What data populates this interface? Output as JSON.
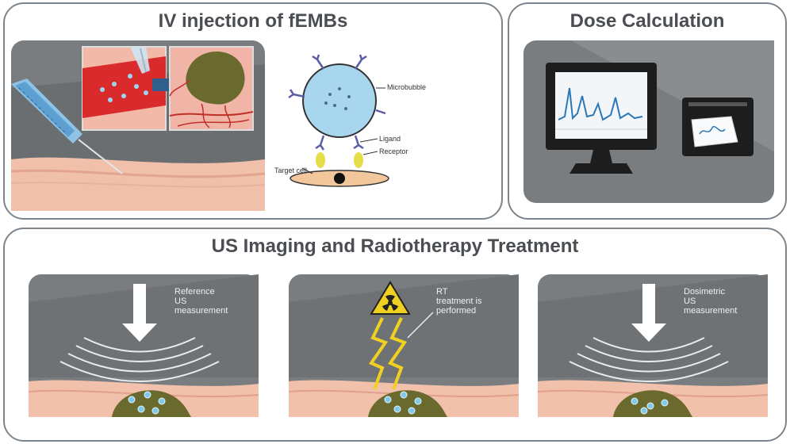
{
  "panels": {
    "injection": {
      "title": "IV injection of fEMBs"
    },
    "dose": {
      "title": "Dose Calculation"
    },
    "imaging": {
      "title": "US Imaging and Radiotherapy Treatment"
    }
  },
  "bubble_labels": {
    "microbubble": "Microbubble",
    "ligand": "Ligand",
    "receptor": "Receptor",
    "target_cell": "Target cell"
  },
  "steps": [
    {
      "caption_lines": [
        "Reference",
        "US",
        "measurement"
      ]
    },
    {
      "caption_lines": [
        "RT",
        "treatment is",
        "performed"
      ]
    },
    {
      "caption_lines": [
        "Dosimetric",
        "US",
        "measurement"
      ]
    }
  ],
  "colors": {
    "panel_border": "#7d858c",
    "title_text": "#4a4d52",
    "dark_gray": "#6e7174",
    "tissue_pink": "#f3c7b4",
    "vessel_red": "#d92b2b",
    "tumor_olive": "#6b6a2e",
    "bubble_blue": "#7fc9ea",
    "ligand_purple": "#5b5ea6",
    "receptor_yellow": "#e6dd4a",
    "radiation_yellow": "#f0d020"
  },
  "icons": [
    "syringe-icon",
    "arrow-right-icon",
    "computer-monitor-icon",
    "printer-icon",
    "down-arrow-icon",
    "radiation-icon",
    "lightning-bolt-icon",
    "ultrasound-waves-icon"
  ]
}
